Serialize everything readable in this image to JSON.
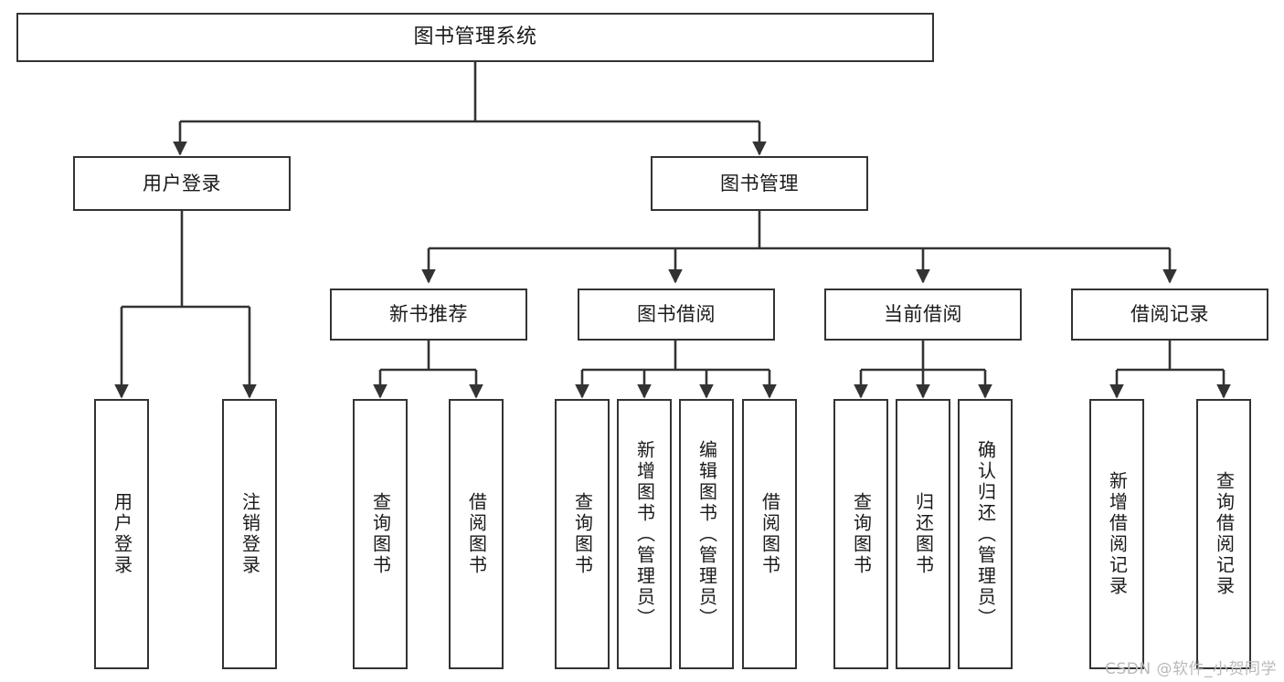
{
  "diagram": {
    "title": "图书管理系统",
    "type": "tree-hierarchy",
    "root": {
      "label": "图书管理系统"
    },
    "level1": [
      {
        "id": "user-login",
        "label": "用户登录"
      },
      {
        "id": "book-manage",
        "label": "图书管理"
      }
    ],
    "level2": [
      {
        "id": "new-book-recommend",
        "label": "新书推荐",
        "parent": "book-manage"
      },
      {
        "id": "book-borrow",
        "label": "图书借阅",
        "parent": "book-manage"
      },
      {
        "id": "current-borrow",
        "label": "当前借阅",
        "parent": "book-manage"
      },
      {
        "id": "borrow-record",
        "label": "借阅记录",
        "parent": "book-manage"
      }
    ],
    "leaves": [
      {
        "id": "leaf-user-login",
        "label": "用户登录",
        "parent": "user-login"
      },
      {
        "id": "leaf-logout-login",
        "label": "注销登录",
        "parent": "user-login"
      },
      {
        "id": "leaf-query-book-1",
        "label": "查询图书",
        "parent": "new-book-recommend"
      },
      {
        "id": "leaf-borrow-book-1",
        "label": "借阅图书",
        "parent": "new-book-recommend"
      },
      {
        "id": "leaf-query-book-2",
        "label": "查询图书",
        "parent": "book-borrow"
      },
      {
        "id": "leaf-add-book",
        "label": "新增图书（管理员）",
        "parent": "book-borrow"
      },
      {
        "id": "leaf-edit-book",
        "label": "编辑图书（管理员）",
        "parent": "book-borrow"
      },
      {
        "id": "leaf-borrow-book-2",
        "label": "借阅图书",
        "parent": "book-borrow"
      },
      {
        "id": "leaf-query-book-3",
        "label": "查询图书",
        "parent": "current-borrow"
      },
      {
        "id": "leaf-return-book",
        "label": "归还图书",
        "parent": "current-borrow"
      },
      {
        "id": "leaf-confirm-return",
        "label": "确认归还（管理员）",
        "parent": "current-borrow"
      },
      {
        "id": "leaf-add-record",
        "label": "新增借阅记录",
        "parent": "borrow-record"
      },
      {
        "id": "leaf-query-record",
        "label": "查询借阅记录",
        "parent": "borrow-record"
      }
    ]
  },
  "watermark": {
    "text": "CSDN @软件_小贺同学"
  },
  "colors": {
    "border": "#333333",
    "background": "#ffffff",
    "text": "#1a1a1a",
    "watermark": "#b9b9b9"
  }
}
